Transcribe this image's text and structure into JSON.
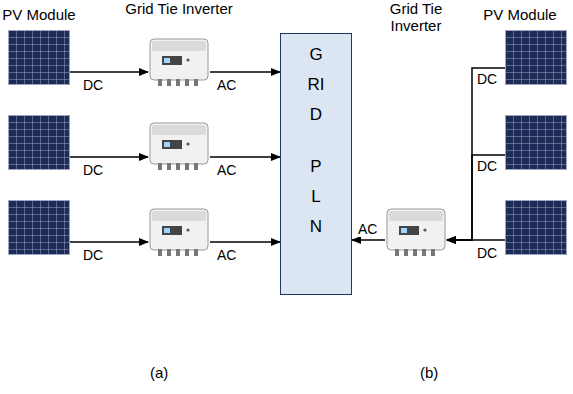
{
  "diagram": {
    "nodes": [
      {
        "text": [
          "PV Module"
        ]
      },
      {
        "text": [
          "Grid Tie Inverter"
        ]
      },
      {
        "text": []
      },
      {
        "text": []
      },
      {
        "text": []
      },
      {
        "text": []
      },
      {
        "text": [
          "GRID",
          "PLN"
        ]
      },
      {
        "text": [
          "Grid Tie Inverter"
        ]
      },
      {
        "text": [
          "PV Module"
        ]
      },
      {
        "text": []
      },
      {
        "text": []
      }
    ],
    "edges": [
      {
        "from": 0,
        "to": 1,
        "label": "DC",
        "arrow": "to"
      },
      {
        "from": 1,
        "to": 6,
        "label": "AC",
        "arrow": "to"
      },
      {
        "from": 2,
        "to": 3,
        "label": "DC",
        "arrow": "to"
      },
      {
        "from": 3,
        "to": 6,
        "label": "AC",
        "arrow": "to"
      },
      {
        "from": 4,
        "to": 5,
        "label": "DC",
        "arrow": "to"
      },
      {
        "from": 5,
        "to": 6,
        "label": "AC",
        "arrow": "to"
      },
      {
        "from": 7,
        "to": 6,
        "label": "AC",
        "arrow": "to"
      },
      {
        "from": 8,
        "to": 7,
        "label": "DC",
        "arrow": "to"
      },
      {
        "from": 9,
        "to": 7,
        "label": "DC",
        "arrow": "to"
      },
      {
        "from": 10,
        "to": 7,
        "label": "DC",
        "arrow": "to"
      }
    ],
    "labels": [
      "(a)",
      "(b)"
    ]
  }
}
